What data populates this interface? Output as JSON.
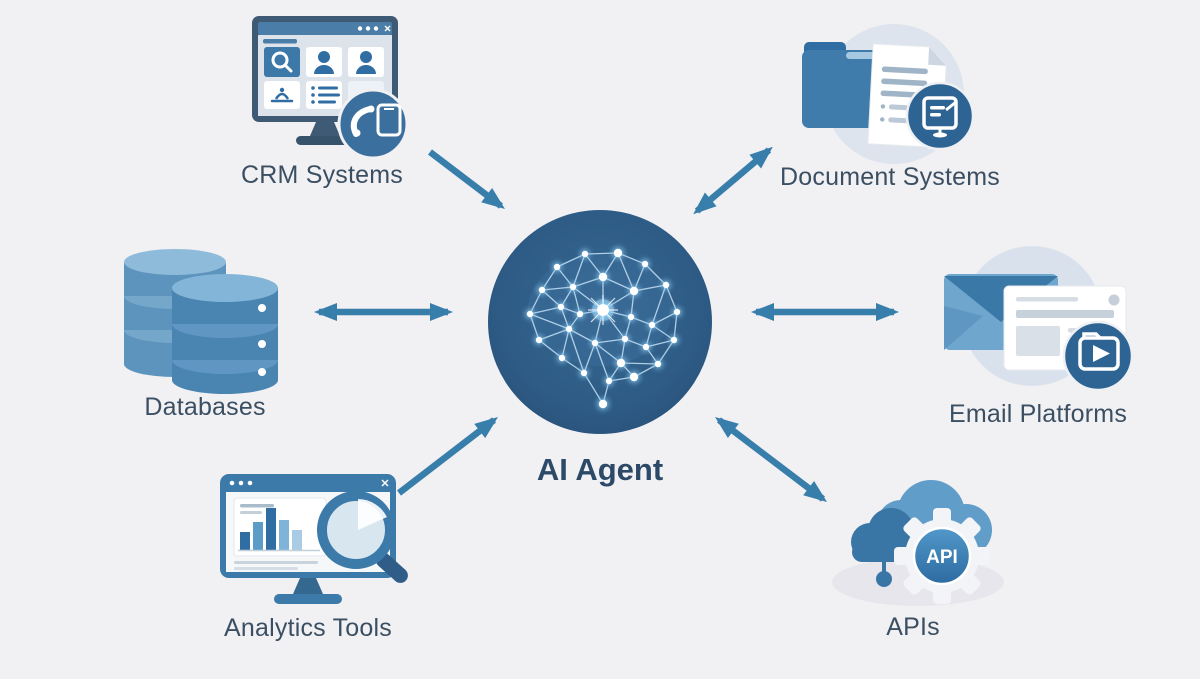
{
  "page": {
    "background_color": "#f1f0f3",
    "arrow_color": "#377eab",
    "label_text_color": "#3b4f63"
  },
  "diagram": {
    "center": {
      "label": "AI Agent",
      "icon": "neural-network-brain-icon",
      "circle_color": "#2d5b85"
    },
    "nodes": [
      {
        "label": "CRM Systems",
        "icon": "crm-dashboard-monitor-icon"
      },
      {
        "label": "Document Systems",
        "icon": "folder-document-icon"
      },
      {
        "label": "Databases",
        "icon": "database-cylinders-icon"
      },
      {
        "label": "Email Platforms",
        "icon": "envelope-email-window-icon"
      },
      {
        "label": "Analytics Tools",
        "icon": "bar-chart-magnifier-monitor-icon"
      },
      {
        "label": "APIs",
        "icon": "cloud-gear-icon"
      }
    ],
    "api_badge_label": "API",
    "connections": [
      {
        "from": "CRM Systems",
        "to": "AI Agent",
        "direction": "one-way"
      },
      {
        "from": "Document Systems",
        "to": "AI Agent",
        "direction": "two-way"
      },
      {
        "from": "Databases",
        "to": "AI Agent",
        "direction": "two-way"
      },
      {
        "from": "Email Platforms",
        "to": "AI Agent",
        "direction": "two-way"
      },
      {
        "from": "Analytics Tools",
        "to": "AI Agent",
        "direction": "one-way"
      },
      {
        "from": "APIs",
        "to": "AI Agent",
        "direction": "two-way"
      }
    ],
    "colors": {
      "icon_blue": "#3c7aa9",
      "icon_dark_blue": "#2f6da3",
      "icon_light_blue": "#7fb3d8",
      "badge_blue": "#2e6493"
    }
  }
}
